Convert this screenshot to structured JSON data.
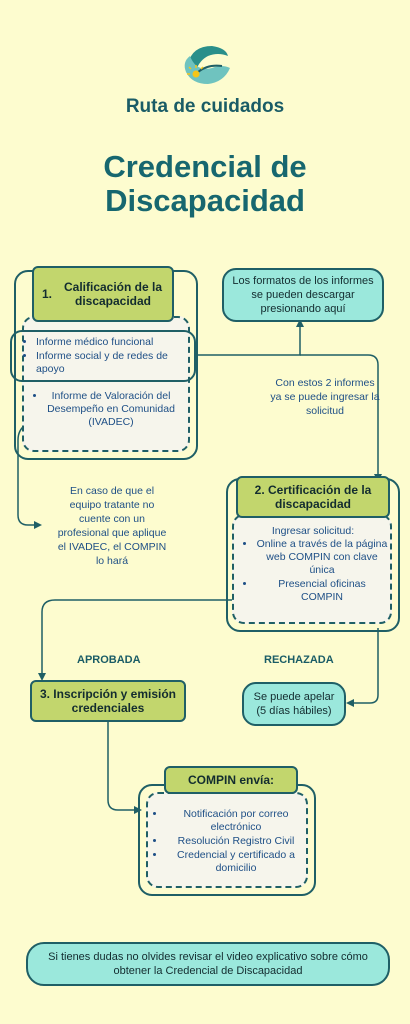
{
  "brand": "Ruta de cuidados",
  "title_line1": "Credencial de",
  "title_line2": "Discapacidad",
  "step1": {
    "number": "1.",
    "title": "Calificación de la discapacidad",
    "items": [
      "Informe médico funcional",
      "Informe social y de redes de apoyo"
    ],
    "item3": "Informe de Valoración del Desempeño en Comunidad (IVADEC)"
  },
  "formats_note": "Los formatos de los informes se pueden descargar presionando aquí",
  "with_reports_note": "Con estos 2 informes ya se puede ingresar la solicitud",
  "ivadec_note": "En caso de que el equipo tratante no cuente con un profesional que aplique el IVADEC, el COMPIN lo hará",
  "step2": {
    "title": "2. Certificación de la discapacidad",
    "intro": "Ingresar solicitud:",
    "items": [
      "Online a través de la página web COMPIN con clave única",
      "Presencial oficinas COMPIN"
    ]
  },
  "approved_label": "APROBADA",
  "rejected_label": "RECHAZADA",
  "appeal_note": "Se puede apelar (5 días hábiles)",
  "step3": {
    "title": "3. Inscripción y emisión credenciales"
  },
  "compin": {
    "title": "COMPIN envía:",
    "items": [
      "Notificación por correo electrónico",
      "Resolución Registro Civil",
      "Credencial y certificado a domicilio"
    ]
  },
  "footer": "Si tienes dudas no olvides revisar el video explicativo sobre cómo obtener la Credencial de Discapacidad",
  "colors": {
    "background": "#fdfccf",
    "green": "#c2d66d",
    "aqua": "#9be8dc",
    "teal": "#1f5f66",
    "title": "#17676f"
  }
}
